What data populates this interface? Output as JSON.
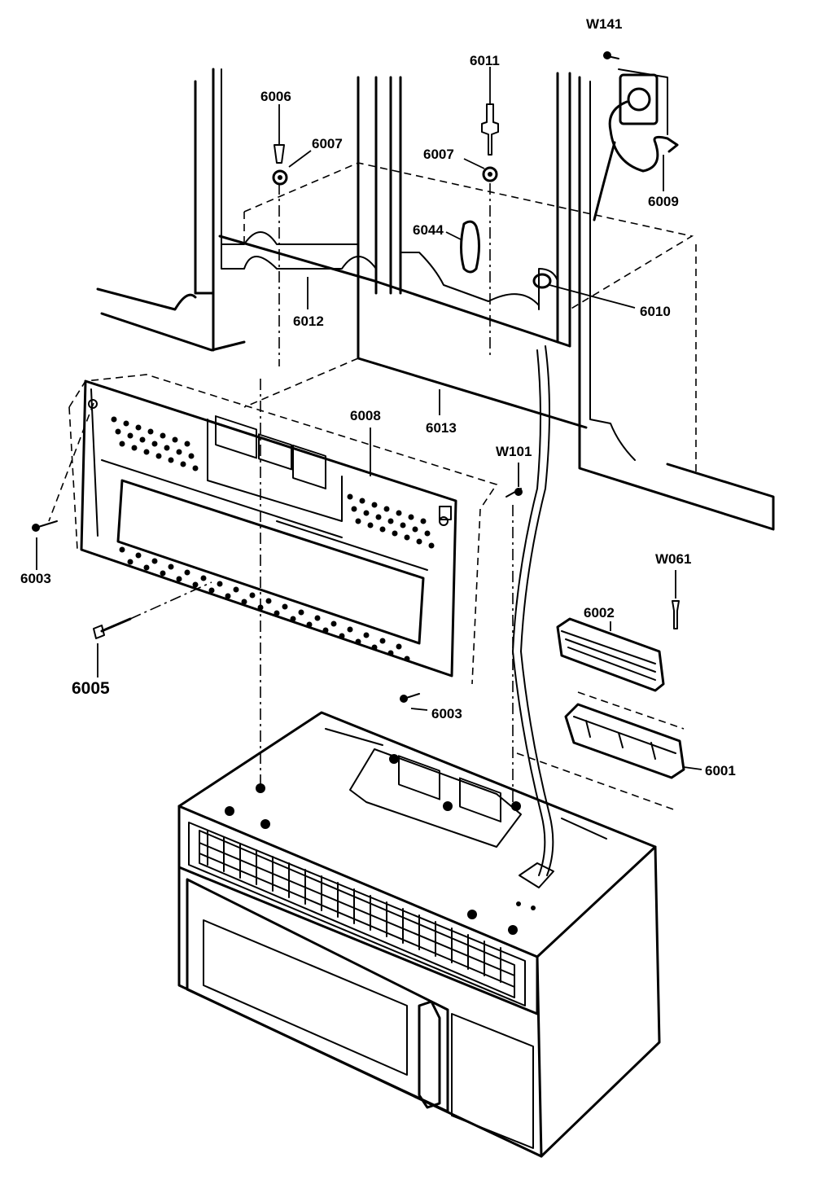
{
  "labels": {
    "w141": "W141",
    "p6011": "6011",
    "p6006_top": "6006",
    "p6007_left": "6007",
    "p6007_right": "6007",
    "p6009": "6009",
    "p6044": "6044",
    "p6010": "6010",
    "p6012": "6012",
    "p6008": "6008",
    "p6013": "6013",
    "w101": "W101",
    "p6003_left": "6003",
    "p6005": "6005",
    "w061": "W061",
    "p6002": "6002",
    "p6003_bottom": "6003",
    "p6001": "6001"
  }
}
